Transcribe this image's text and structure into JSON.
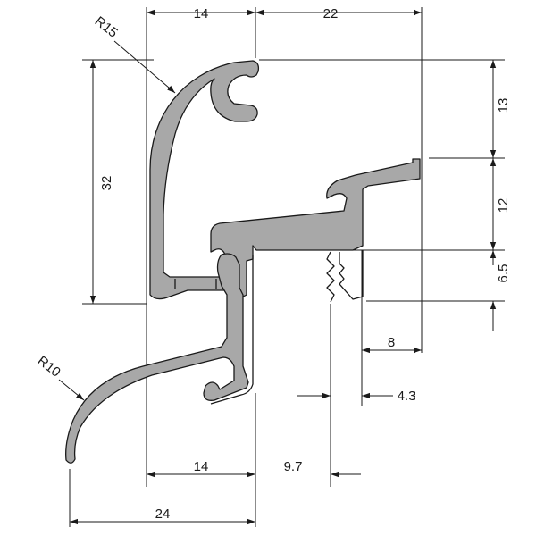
{
  "dimensions": {
    "top_left_width": "14",
    "top_right_width": "22",
    "left_height": "32",
    "right_height_upper": "13",
    "right_height_middle": "12",
    "right_height_lower": "6.5",
    "slot_width": "8",
    "tongue_width": "4.3",
    "bottom_inner_width": "14",
    "bottom_offset": "9.7",
    "bottom_total_width": "24"
  },
  "radii": {
    "upper": "R15",
    "lower": "R10"
  },
  "colors": {
    "profile_fill": "#a8a8a8",
    "line": "#1a1a1a",
    "background": "#ffffff"
  }
}
